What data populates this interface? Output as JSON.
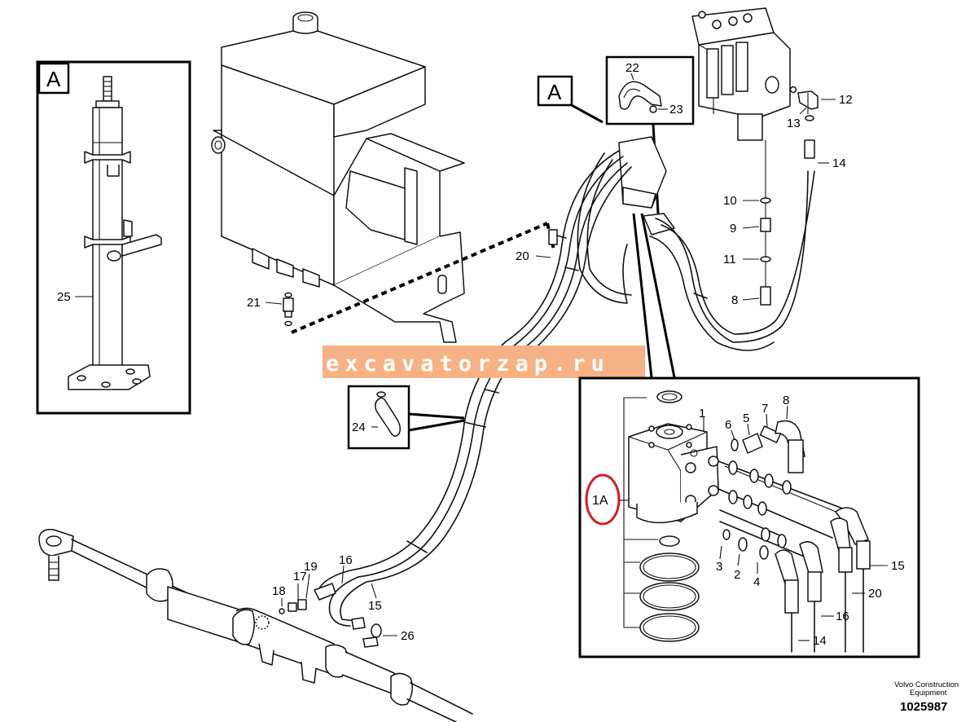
{
  "callouts": {
    "view_marker": "A",
    "inset_marker": "A",
    "circled_ref": "1A"
  },
  "part_numbers": {
    "p1": "1",
    "p2": "2",
    "p3": "3",
    "p4": "4",
    "p5": "5",
    "p6": "6",
    "p7": "7",
    "p8": "8",
    "p8b": "8",
    "p9": "9",
    "p10": "10",
    "p11": "11",
    "p12": "12",
    "p13": "13",
    "p14": "14",
    "p14b": "14",
    "p15": "15",
    "p15b": "15",
    "p16": "16",
    "p16b": "16",
    "p17": "17",
    "p18": "18",
    "p19": "19",
    "p20": "20",
    "p20b": "20",
    "p21": "21",
    "p22": "22",
    "p23": "23",
    "p24": "24",
    "p25": "25",
    "p26": "26"
  },
  "watermark": "excavatorzap.ru",
  "footer": {
    "brand_line1": "Volvo Construction",
    "brand_line2": "Equipment",
    "doc_number": "1025987"
  },
  "colors": {
    "watermark_bg": "#f6b184",
    "highlight_circle": "#d21f26",
    "ink": "#111111"
  }
}
